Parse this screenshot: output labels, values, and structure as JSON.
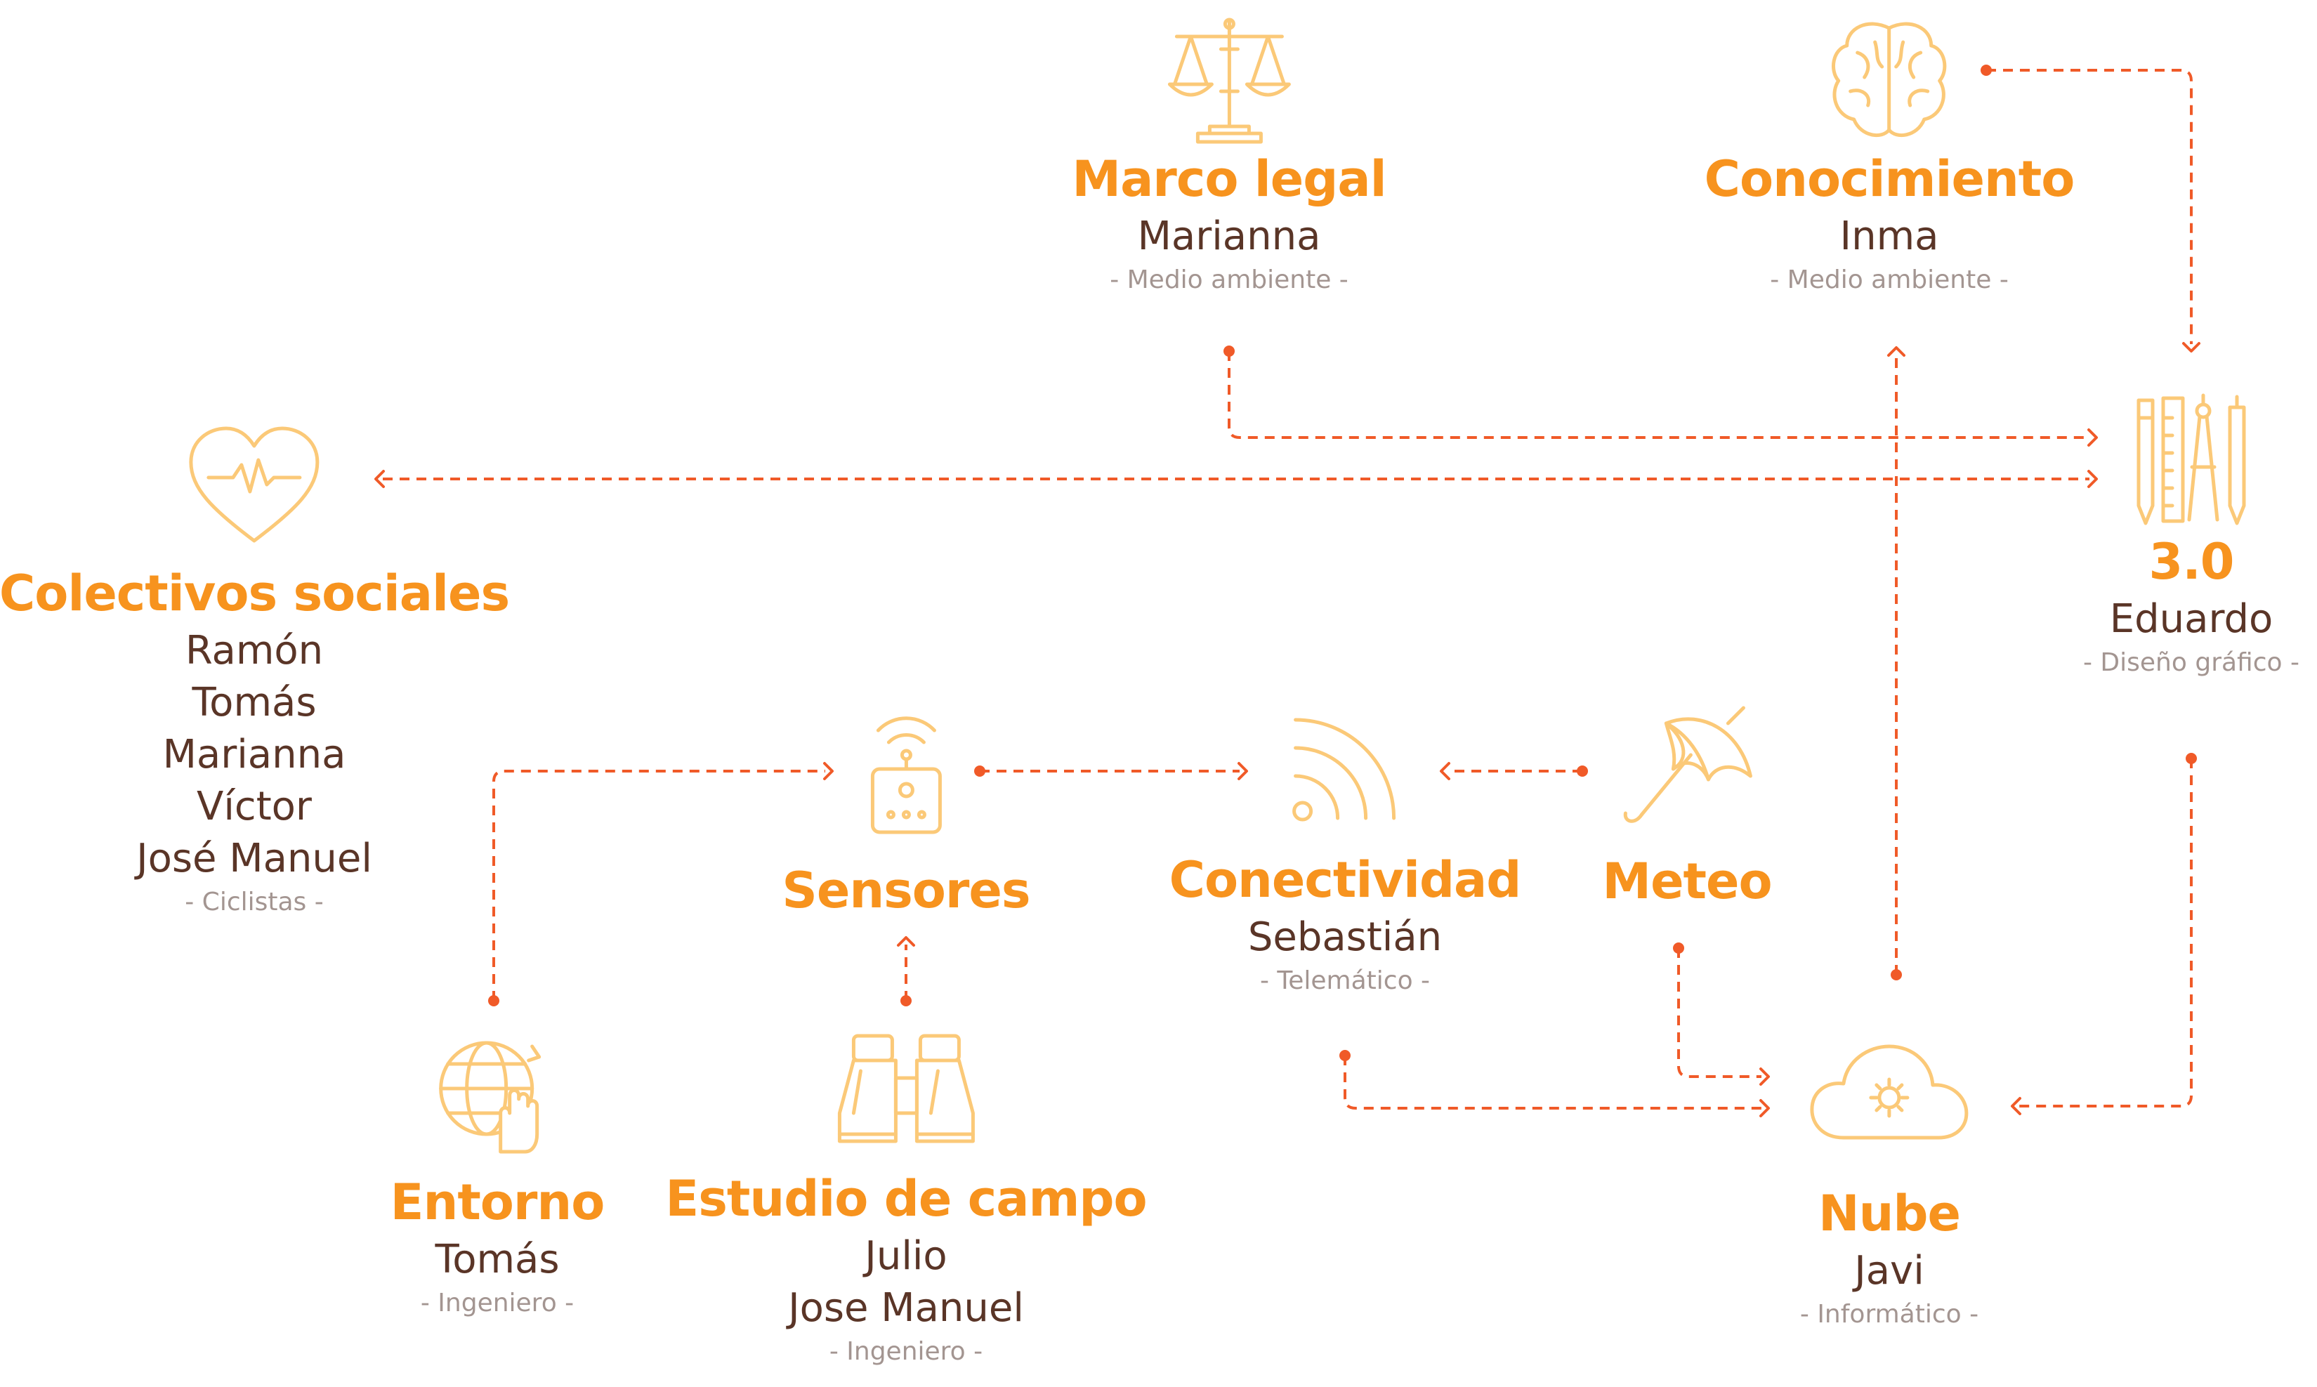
{
  "colors": {
    "title": "#f7931e",
    "person": "#5a3527",
    "role": "#a39591",
    "icon": "#fbc978",
    "connector": "#f05a28"
  },
  "nodes": {
    "marco_legal": {
      "icon": "scales-icon",
      "title": "Marco legal",
      "people": [
        "Marianna"
      ],
      "role": "- Medio ambiente -"
    },
    "conocimiento": {
      "icon": "brain-icon",
      "title": "Conocimiento",
      "people": [
        "Inma"
      ],
      "role": "- Medio ambiente -"
    },
    "tres_cero": {
      "icon": "drawing-tools-icon",
      "title": "3.0",
      "people": [
        "Eduardo"
      ],
      "role": "- Diseño gráfico -"
    },
    "colectivos": {
      "icon": "heart-pulse-icon",
      "title": "Colectivos sociales",
      "people": [
        "Ramón",
        "Tomás",
        "Marianna",
        "Víctor",
        "José Manuel"
      ],
      "role": "- Ciclistas -"
    },
    "sensores": {
      "icon": "sensor-device-icon",
      "title": "Sensores",
      "people": [],
      "role": ""
    },
    "conectividad": {
      "icon": "wifi-signal-icon",
      "title": "Conectividad",
      "people": [
        "Sebastián"
      ],
      "role": "- Telemático -"
    },
    "meteo": {
      "icon": "umbrella-icon",
      "title": "Meteo",
      "people": [],
      "role": ""
    },
    "entorno": {
      "icon": "globe-hand-icon",
      "title": "Entorno",
      "people": [
        "Tomás"
      ],
      "role": "- Ingeniero -"
    },
    "estudio": {
      "icon": "binoculars-icon",
      "title": "Estudio de campo",
      "people": [
        "Julio",
        "Jose Manuel"
      ],
      "role": "- Ingeniero -"
    },
    "nube": {
      "icon": "cloud-gear-icon",
      "title": "Nube",
      "people": [
        "Javi"
      ],
      "role": "- Informático -"
    }
  },
  "edges": [
    {
      "from": "conocimiento",
      "to": "tres_cero"
    },
    {
      "from": "marco_legal",
      "to": "tres_cero"
    },
    {
      "from": "colectivos",
      "to": "tres_cero",
      "bidirectional": true
    },
    {
      "from": "nube",
      "to": "conocimiento"
    },
    {
      "from": "tres_cero",
      "to": "nube"
    },
    {
      "from": "entorno",
      "to": "sensores"
    },
    {
      "from": "sensores",
      "to": "conectividad"
    },
    {
      "from": "meteo",
      "to": "conectividad"
    },
    {
      "from": "estudio",
      "to": "sensores"
    },
    {
      "from": "meteo",
      "to": "nube"
    },
    {
      "from": "conectividad",
      "to": "nube"
    }
  ]
}
